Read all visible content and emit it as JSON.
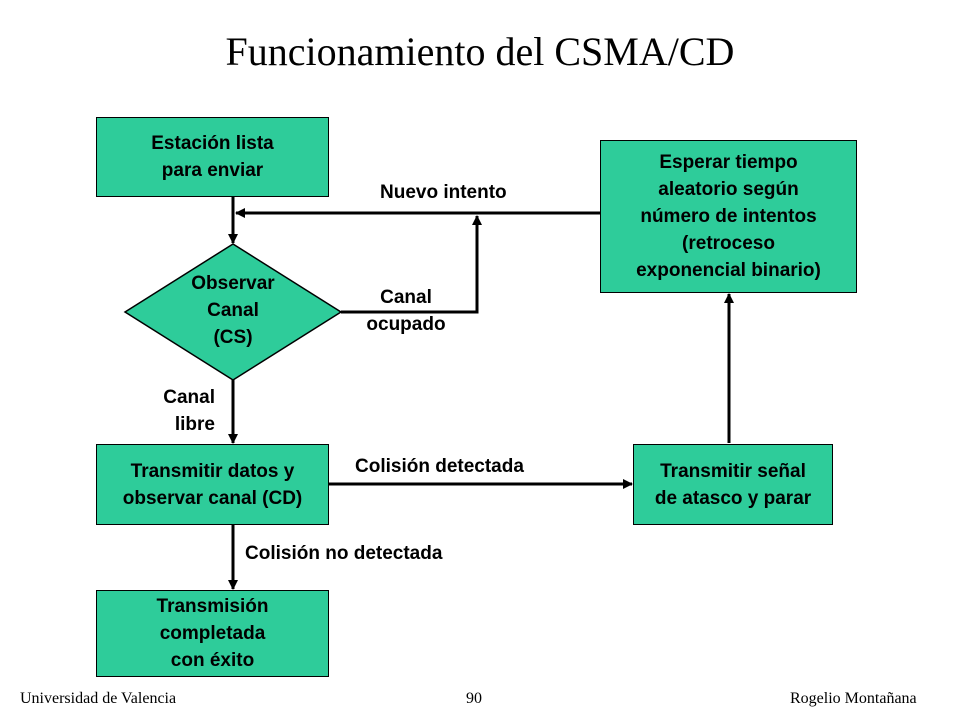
{
  "title": "Funcionamiento del CSMA/CD",
  "nodes": {
    "ready": "Estación lista\npara enviar",
    "observe": "Observar\nCanal\n(CS)",
    "transmit": "Transmitir datos y\nobservar canal (CD)",
    "success": "Transmisión\ncompletada\ncon éxito",
    "jam": "Transmitir señal\nde atasco y parar",
    "backoff": "Esperar tiempo\naleatorio según\nnúmero de intentos\n(retroceso\nexponencial binario)"
  },
  "edges": {
    "retry": "Nuevo intento",
    "busy": "Canal\nocupado",
    "free": "Canal\nlibre",
    "collision": "Colisión detectada",
    "no_collision": "Colisión no detectada"
  },
  "footer": {
    "left": "Universidad de Valencia",
    "center": "90",
    "right": "Rogelio Montañana"
  },
  "colors": {
    "node_fill": "#2ecc9a",
    "stroke": "#000000"
  }
}
